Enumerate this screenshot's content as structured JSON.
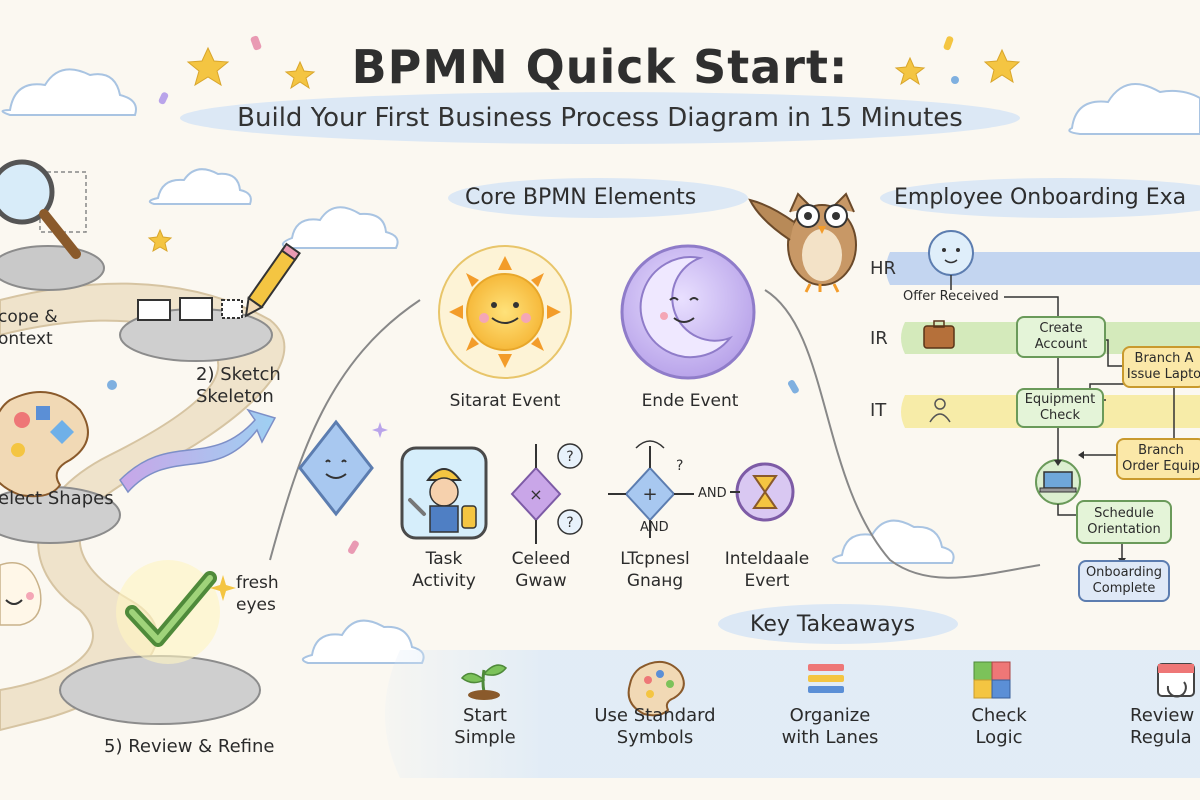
{
  "header": {
    "title": "BPMN Quick Start:",
    "subtitle": "Build Your First Business Process Diagram in 15 Minutes"
  },
  "path": {
    "steps": [
      {
        "label": "cope &\nontext"
      },
      {
        "label": "2) Sketch\nSkeleton"
      },
      {
        "label": "elect Shapes"
      },
      {
        "label": "fresh\neyes"
      },
      {
        "label": "5) Review & Refine"
      }
    ]
  },
  "core": {
    "heading": "Core BPMN Elements",
    "start_event": "Sitarat Event",
    "end_event": "Ende Event",
    "task": "Task\nActivity",
    "gateway1": "Celeed\nGwaw",
    "gateway2": "LTcpnesl\nGnaнg",
    "intermediate": "Inteldaale\nEvert",
    "and_label": "AND",
    "and_label2": "AND"
  },
  "example": {
    "heading": "Employee Onboarding Exa",
    "lanes": [
      "HR",
      "IR",
      "IT"
    ],
    "offer": "Offer Received",
    "create": "Create\nAccount",
    "branch_a": "Branch A\nIssue Lapto",
    "equip_check": "Equipment\nCheck",
    "branch_b": "Branch\nOrder Equip",
    "schedule": "Schedule\nOrientation",
    "complete": "Onboarding\nComplete"
  },
  "takeaways": {
    "heading": "Key Takeaways",
    "items": [
      {
        "label": "Start\nSimple",
        "icon": "sprout-icon"
      },
      {
        "label": "Use Standard\nSymbols",
        "icon": "palette-icon"
      },
      {
        "label": "Organize\nwith Lanes",
        "icon": "lanes-icon"
      },
      {
        "label": "Check\nLogic",
        "icon": "puzzle-icon"
      },
      {
        "label": "Review\nRegula",
        "icon": "calendar-icon"
      }
    ]
  },
  "colors": {
    "background": "#fbf8f1",
    "lane_hr": "#b9cff0",
    "lane_ir": "#cfe8b5",
    "lane_it": "#f6eaa0",
    "sun": "#f7c84a",
    "moon": "#b7a3e3",
    "gateway": "#a8c8f0",
    "path": "#e8dcc4"
  }
}
